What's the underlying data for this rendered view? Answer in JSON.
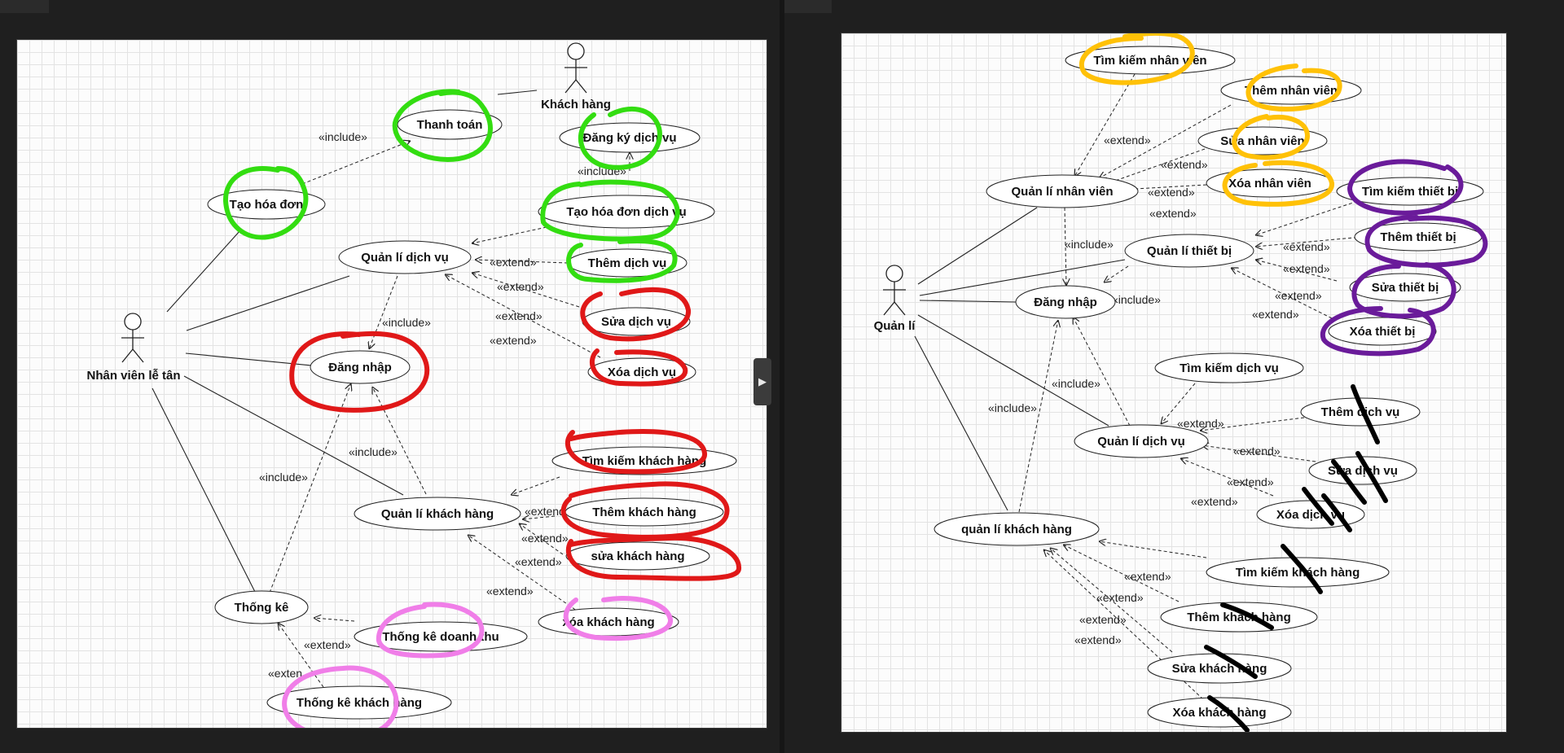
{
  "left_diagram": {
    "actors": {
      "receptionist": "Nhân viên lễ tân",
      "customer": "Khách hàng"
    },
    "use_cases": {
      "thanh_toan": "Thanh toán",
      "dang_ky_dich_vu": "Đăng ký dịch vụ",
      "tao_hoa_don": "Tạo hóa đơn",
      "tao_hoa_don_dich_vu": "Tạo hóa đơn dịch vụ",
      "quan_li_dich_vu": "Quản lí dịch vụ",
      "them_dich_vu": "Thêm dịch vụ",
      "sua_dich_vu": "Sửa dịch vụ",
      "xoa_dich_vu": "Xóa dịch vụ",
      "dang_nhap": "Đăng nhập",
      "tim_kiem_khach_hang": "Tìm kiếm khách hàng",
      "quan_li_khach_hang": "Quản lí khách hàng",
      "them_khach_hang": "Thêm khách hàng",
      "sua_khach_hang": "sửa khách hàng",
      "xoa_khach_hang": "xóa khách hàng",
      "thong_ke": "Thống kê",
      "thong_ke_doanh_thu": "Thống kê doanh thu",
      "thong_ke_khach_hang": "Thống kê khách hàng"
    },
    "stereotypes": {
      "include": "«include»",
      "extend": "«extend»",
      "extend_truncated": "«exten"
    }
  },
  "right_diagram": {
    "actors": {
      "manager": "Quản lí"
    },
    "use_cases": {
      "tim_kiem_nhan_vien": "Tìm kiếm nhân viên",
      "them_nhan_vien": "Thêm nhân viên",
      "sua_nhan_vien": "Sửa nhân viên",
      "xoa_nhan_vien": "Xóa nhân viên",
      "quan_li_nhan_vien": "Quản lí nhân viên",
      "tim_kiem_thiet_bi": "Tìm kiếm thiết bị",
      "them_thiet_bi": "Thêm thiết bị",
      "quan_li_thiet_bi": "Quản lí thiết bị",
      "sua_thiet_bi": "Sửa thiết bị",
      "xoa_thiet_bi": "Xóa thiết bị",
      "dang_nhap": "Đăng nhập",
      "tim_kiem_dich_vu": "Tìm kiếm dịch vụ",
      "them_dich_vu": "Thêm dịch vụ",
      "quan_li_dich_vu": "Quản lí dịch vụ",
      "sua_dich_vu": "Sửa dịch vụ",
      "xoa_dich_vu": "Xóa dịch vụ",
      "quan_li_khach_hang": "quản lí khách hàng",
      "tim_kiem_khach_hang": "Tìm kiếm khách hàng",
      "them_khach_hang": "Thêm khách hàng",
      "sua_khach_hang": "Sửa khách hàng",
      "xoa_khach_hang": "Xóa khách hàng"
    },
    "stereotypes": {
      "include": "«include»",
      "extend": "«extend»"
    }
  },
  "annotations": {
    "colors": {
      "green": "#33dd11",
      "red": "#e01818",
      "pink": "#f07ee8",
      "yellow": "#ffc107",
      "purple": "#6a1b9a",
      "black": "#000000"
    }
  }
}
